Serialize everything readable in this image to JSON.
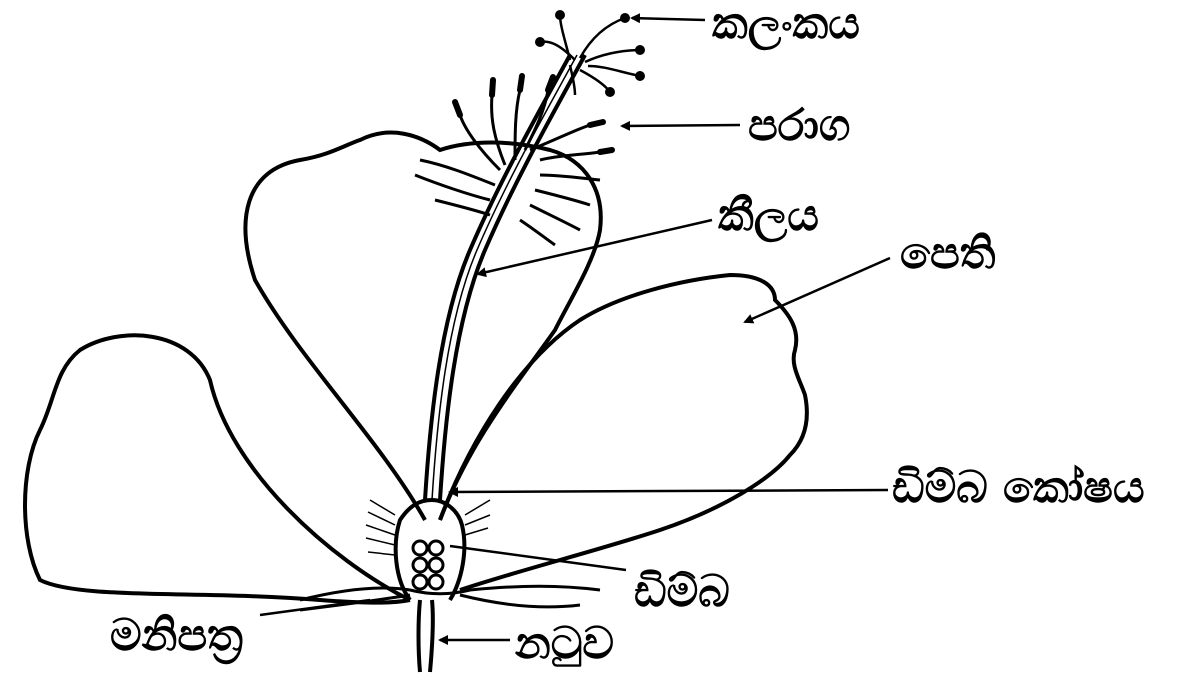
{
  "diagram": {
    "labels": {
      "stigma": "කලංකය",
      "anther": "පරාග",
      "style": "කීලය",
      "petal": "පෙති",
      "ovary_wall": "ඩිම්බ කෝෂය",
      "ovule": "ඩිම්බ",
      "sepals": "මනිපත්‍ර",
      "stalk": "නටුව"
    }
  }
}
